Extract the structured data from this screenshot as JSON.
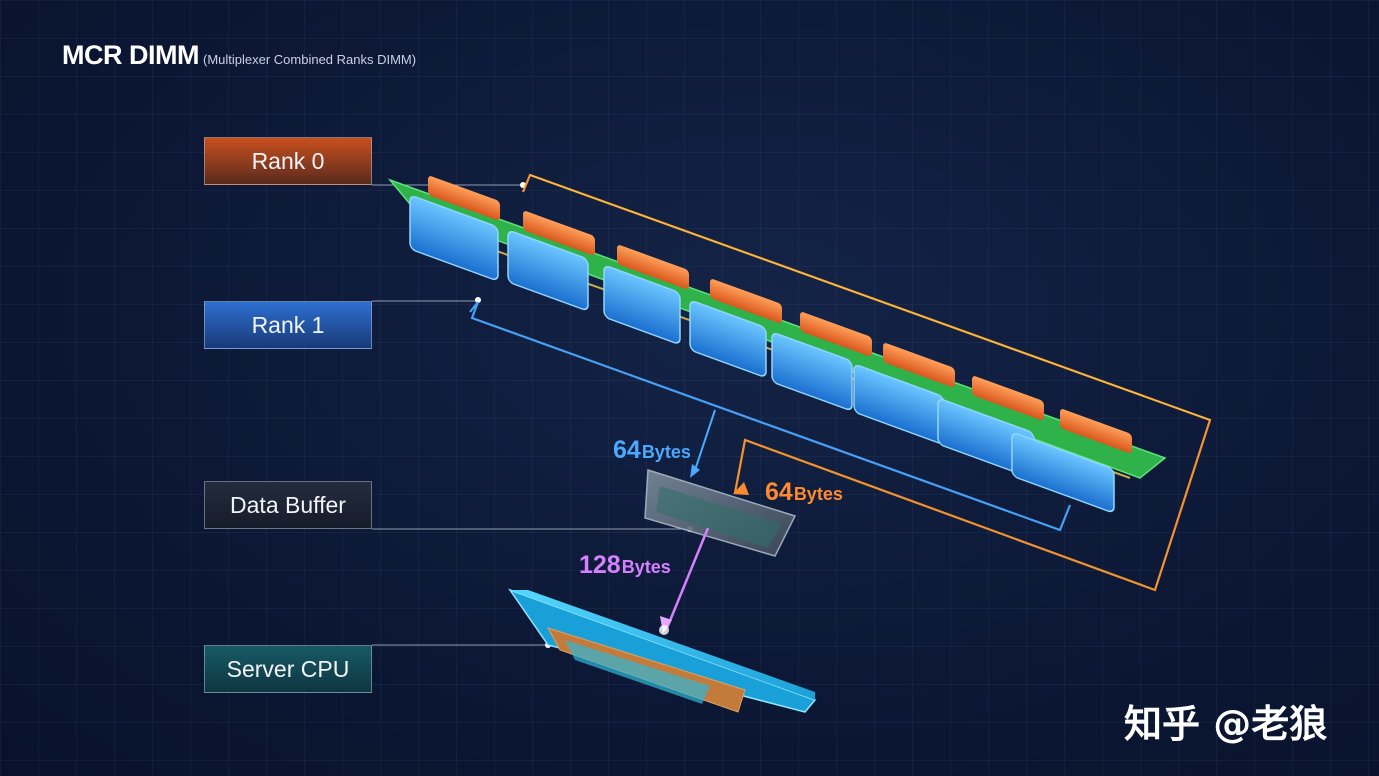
{
  "title": {
    "main": "MCR DIMM",
    "sub": "(Multiplexer Combined Ranks DIMM)"
  },
  "labels": {
    "rank0": "Rank 0",
    "rank1": "Rank 1",
    "data_buffer": "Data Buffer",
    "server_cpu": "Server CPU"
  },
  "transfers": {
    "rank1_bytes": {
      "num": "64",
      "unit": "Bytes"
    },
    "rank0_bytes": {
      "num": "64",
      "unit": "Bytes"
    },
    "cpu_bytes": {
      "num": "128",
      "unit": "Bytes"
    }
  },
  "watermark": "知乎 @老狼",
  "colors": {
    "rank0": "#ff8a2e",
    "rank1": "#4aa8ff",
    "cpu_link": "#d580ff",
    "pcb": "#2fb24a",
    "chip_blue": "#2f8fe0",
    "chip_orange": "#ff7a2a",
    "cpu_body": "#39c6f0"
  }
}
